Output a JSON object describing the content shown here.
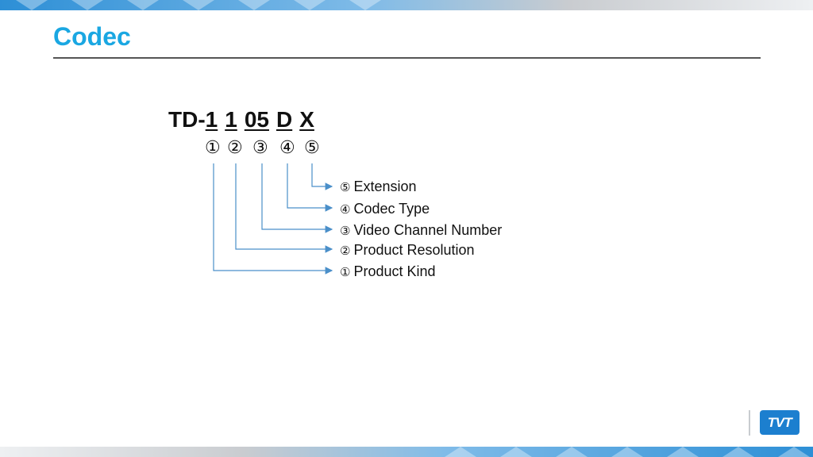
{
  "slide": {
    "title": "Codec",
    "model_code": {
      "prefix": "TD-",
      "segments": [
        "1",
        "1",
        "05",
        "D",
        "X"
      ]
    },
    "markers": [
      "①",
      "②",
      "③",
      "④",
      "⑤"
    ],
    "legend": [
      {
        "marker": "⑤",
        "label": "Extension"
      },
      {
        "marker": "④",
        "label": "Codec Type"
      },
      {
        "marker": "③",
        "label": "Video Channel Number"
      },
      {
        "marker": "②",
        "label": "Product Resolution"
      },
      {
        "marker": "①",
        "label": "Product Kind"
      }
    ],
    "logo_text": "TVT",
    "colors": {
      "title": "#1aa7e2",
      "connector": "#4a8fc9",
      "band_blue": "#2d8fd6",
      "logo": "#1c7fcf"
    }
  }
}
